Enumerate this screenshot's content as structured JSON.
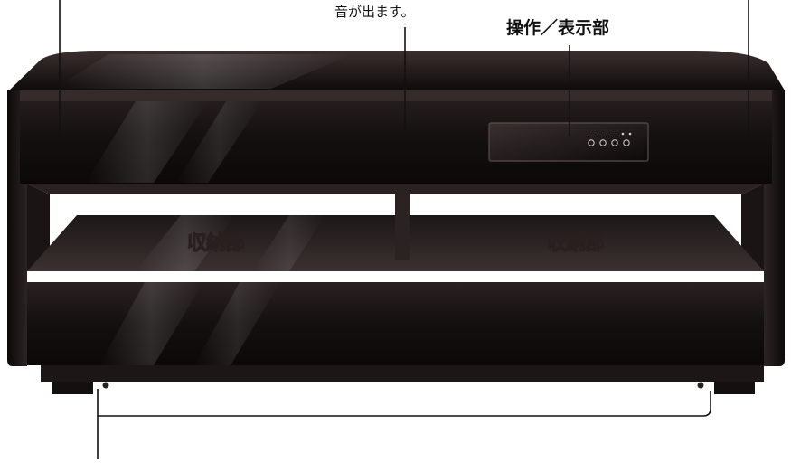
{
  "callouts": {
    "sound_output": "音が出ます。",
    "control_display": "操作／表示部"
  },
  "storage": {
    "left_label": "収納部",
    "right_label": "収納部"
  },
  "colors": {
    "body_dark": "#1a1414",
    "body_mid": "#2e2424",
    "highlight": "#6a5d5d",
    "leader_line": "#111111",
    "background": "#ffffff"
  }
}
